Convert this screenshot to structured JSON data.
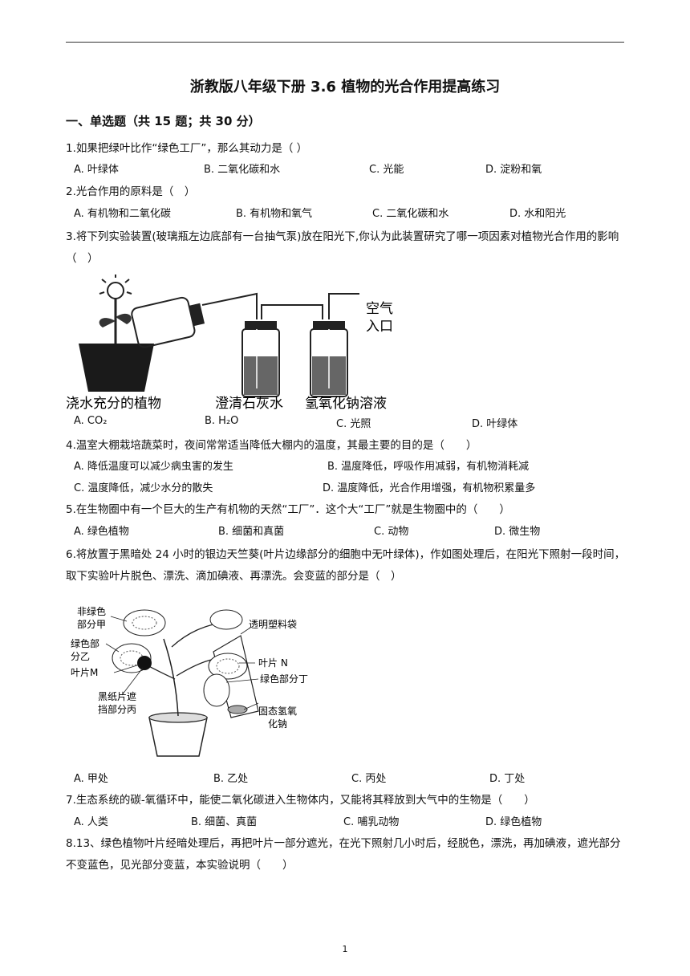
{
  "title": "浙教版八年级下册  3.6    植物的光合作用提高练习",
  "section": "一、单选题（共 15 题；共 30 分）",
  "questions": [
    {
      "stem": "1.如果把绿叶比作“绿色工厂”，那么其动力是（ ）",
      "options": [
        "A. 叶绿体",
        "B. 二氧化碳和水",
        "C. 光能",
        "D. 淀粉和氧"
      ]
    },
    {
      "stem": "2.光合作用的原料是（　）",
      "options": [
        "A. 有机物和二氧化碳",
        "B. 有机物和氧气",
        "C. 二氧化碳和水",
        "D. 水和阳光"
      ]
    },
    {
      "stem": "3.将下列实验装置(玻璃瓶左边底部有一台抽气泵)放在阳光下,你认为此装置研究了哪一项因素对植物光合作用的影响（　）",
      "figure_labels": [
        "浇水充分的植物",
        "澄清石灰水",
        "氢氧化钠溶液",
        "空气",
        "入口"
      ],
      "options": [
        "A. CO₂",
        "B. H₂O",
        "C. 光照",
        "D. 叶绿体"
      ]
    },
    {
      "stem": "4.温室大棚栽培蔬菜时，夜间常常适当降低大棚内的温度，其最主要的目的是（　　）",
      "options": [
        "A. 降低温度可以减少病虫害的发生",
        "B. 温度降低，呼吸作用减弱，有机物消耗减",
        "C. 温度降低，减少水分的散失",
        "D. 温度降低，光合作用增强，有机物积累量多"
      ]
    },
    {
      "stem": "5.在生物圈中有一个巨大的生产有机物的天然“工厂”．这个大“工厂”就是生物圈中的（　　）",
      "options": [
        "A. 绿色植物",
        "B. 细菌和真菌",
        "C. 动物",
        "D. 微生物"
      ]
    },
    {
      "stem": "6.将放置于黑暗处 24 小时的银边天竺葵(叶片边缘部分的细胞中无叶绿体)，作如图处理后，在阳光下照射一段时间，取下实验叶片脱色、漂洗、滴加碘液、再漂洗。会变蓝的部分是（　）",
      "figure_labels": [
        "非绿色",
        "部分甲",
        "绿色部",
        "分乙",
        "叶片M",
        "黑纸片遮",
        "挡部分丙",
        "透明塑料袋",
        "叶片 N",
        "绿色部分丁",
        "固态氢氧",
        "化钠"
      ],
      "options": [
        "A. 甲处",
        "B. 乙处",
        "C. 丙处",
        "D. 丁处"
      ]
    },
    {
      "stem": "7.生态系统的碳-氧循环中，能使二氧化碳进入生物体内，又能将其释放到大气中的生物是（　　）",
      "options": [
        "A. 人类",
        "B. 细菌、真菌",
        "C. 哺乳动物",
        "D. 绿色植物"
      ]
    },
    {
      "stem": "8.13、绿色植物叶片经暗处理后，再把叶片一部分遮光，在光下照射几小时后，经脱色，漂洗，再加碘液，遮光部分不变蓝色，见光部分变蓝，本实验说明（　　）"
    }
  ],
  "page_number": "1"
}
